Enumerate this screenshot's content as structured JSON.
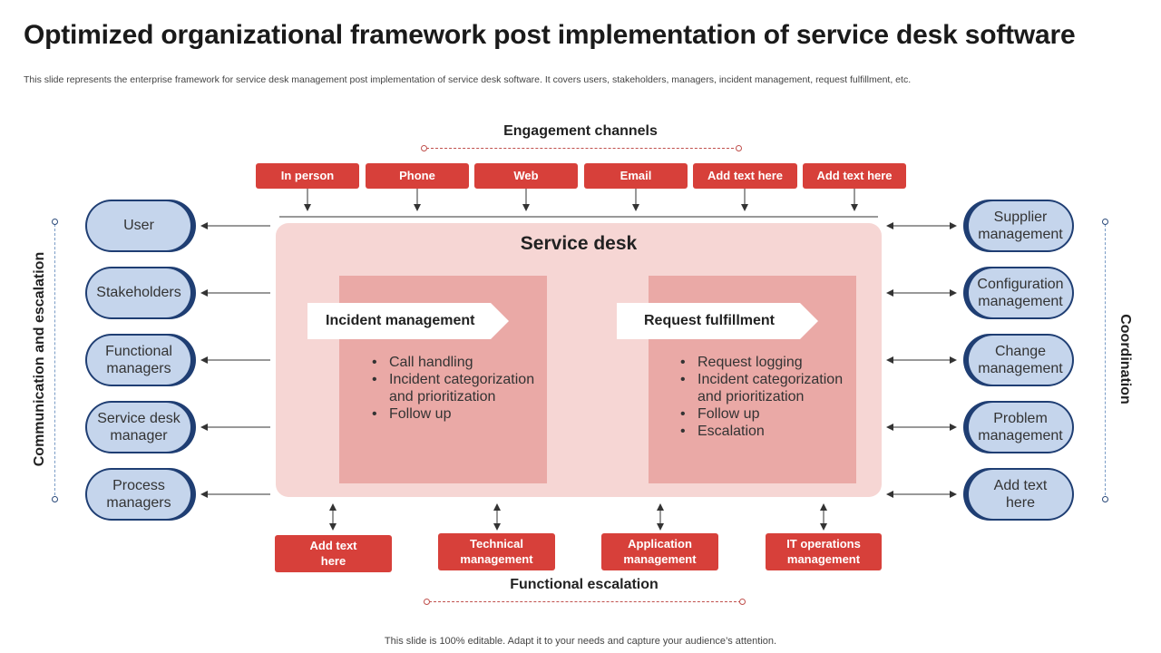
{
  "title": "Optimized organizational framework post implementation of service desk software",
  "subtitle": "This slide represents the enterprise framework for service desk management post implementation of service desk software. It covers users, stakeholders, managers, incident management, request fulfillment, etc.",
  "engagement": {
    "label": "Engagement channels",
    "channels": [
      "In person",
      "Phone",
      "Web",
      "Email",
      "Add text here",
      "Add text here"
    ]
  },
  "left": {
    "label": "Communication and escalation",
    "items": [
      "User",
      "Stakeholders",
      "Functional managers",
      "Service desk manager",
      "Process managers"
    ]
  },
  "right": {
    "label": "Coordination",
    "items": [
      "Supplier management",
      "Configuration management",
      "Change management",
      "Problem management",
      "Add text here"
    ]
  },
  "service_desk": {
    "title": "Service desk",
    "incident": {
      "heading": "Incident management",
      "bullets": [
        "Call handling",
        "Incident categorization and prioritization",
        "Follow up"
      ]
    },
    "request": {
      "heading": "Request fulfillment",
      "bullets": [
        "Request logging",
        "Incident categorization and prioritization",
        "Follow up",
        "Escalation"
      ]
    }
  },
  "functional": {
    "label": "Functional escalation",
    "items": [
      "Add text here",
      "Technical management",
      "Application management",
      "IT operations management"
    ]
  },
  "footer": "This slide is 100% editable. Adapt it to your needs and capture your audience’s attention.",
  "colors": {
    "red": "#d7403a",
    "navy": "#1f3e73",
    "pill": "#c5d5ec",
    "desk": "#f6d6d4",
    "panel": "#eaa9a6"
  }
}
